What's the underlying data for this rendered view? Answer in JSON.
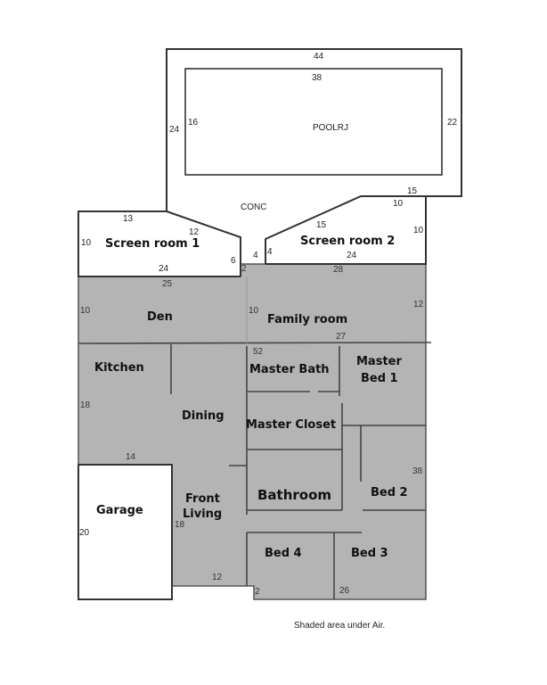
{
  "colors": {
    "conditioned": "#b4b4b4",
    "wall": "#333333",
    "background": "#ffffff"
  },
  "pool": {
    "label": "POOLRJ",
    "deck_label": "CONC",
    "dims": {
      "outer_top": "44",
      "inner_top": "38",
      "left_outer": "24",
      "left_inner": "16",
      "right": "22",
      "bottom_right": "15",
      "bottom_inner": "10"
    }
  },
  "rooms": {
    "screen_room_1": {
      "label": "Screen room 1",
      "dims": [
        "13",
        "12",
        "10",
        "24",
        "6"
      ]
    },
    "screen_room_2": {
      "label": "Screen room 2",
      "dims": [
        "15",
        "10",
        "4",
        "24"
      ]
    },
    "gap": {
      "dims": [
        "4",
        "2"
      ]
    },
    "den": {
      "label": "Den",
      "dims": [
        "25",
        "10"
      ]
    },
    "family_room": {
      "label": "Family room",
      "dims": [
        "28",
        "10",
        "12",
        "27"
      ]
    },
    "kitchen": {
      "label": "Kitchen",
      "dims": [
        "18",
        "14"
      ]
    },
    "dining": {
      "label": "Dining"
    },
    "master_bath": {
      "label": "Master Bath",
      "dims": [
        "52"
      ]
    },
    "master_bed": {
      "label_line1": "Master",
      "label_line2": "Bed 1"
    },
    "master_closet": {
      "label": "Master Closet"
    },
    "bathroom": {
      "label": "Bathroom"
    },
    "bed_2": {
      "label": "Bed 2",
      "dims": [
        "38"
      ]
    },
    "garage": {
      "label": "Garage",
      "dims": [
        "20"
      ]
    },
    "front_living": {
      "label_line1": "Front",
      "label_line2": "Living",
      "dims": [
        "18",
        "12"
      ]
    },
    "bed_4": {
      "label": "Bed 4",
      "dims": [
        "2"
      ]
    },
    "bed_3": {
      "label": "Bed 3",
      "dims": [
        "26"
      ]
    }
  },
  "note": "Shaded area under Air."
}
